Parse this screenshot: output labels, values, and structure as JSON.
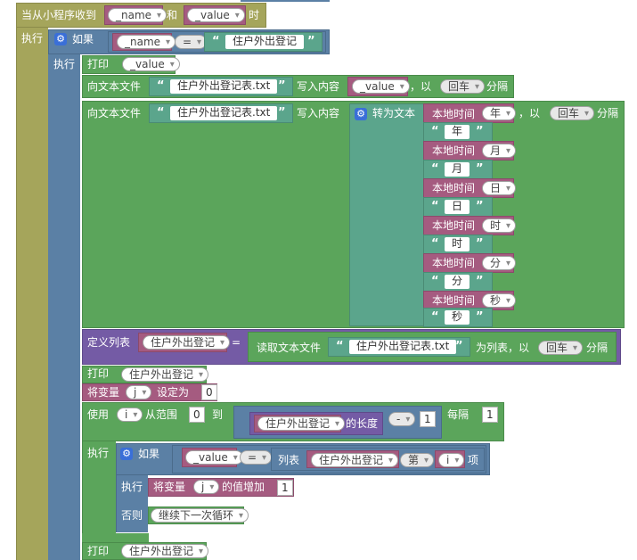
{
  "event": {
    "prefix": "当从小程序收到",
    "arg1": "_name",
    "and": "和",
    "arg2": "_value",
    "suffix": "时",
    "do": "执行"
  },
  "if1": {
    "if": "如果",
    "var": "_name",
    "op": "=",
    "text": "住户外出登记",
    "do": "执行"
  },
  "print1": {
    "label": "打印",
    "var": "_value"
  },
  "write1": {
    "label": "向文本文件",
    "file": "住户外出登记表.txt",
    "content": "写入内容",
    "var": "_value",
    "with": "，以",
    "sep": "回车",
    "end": "分隔"
  },
  "write2": {
    "label": "向文本文件",
    "file": "住户外出登记表.txt",
    "content": "写入内容",
    "totext": "转为文本",
    "with": "，以",
    "sep": "回车",
    "end": "分隔"
  },
  "time_parts": [
    {
      "label": "本地时间",
      "unit": "年",
      "text": "年"
    },
    {
      "label": "本地时间",
      "unit": "月",
      "text": "月"
    },
    {
      "label": "本地时间",
      "unit": "日",
      "text": "日"
    },
    {
      "label": "本地时间",
      "unit": "时",
      "text": "时"
    },
    {
      "label": "本地时间",
      "unit": "分",
      "text": "分"
    },
    {
      "label": "本地时间",
      "unit": "秒",
      "text": "秒"
    }
  ],
  "deflist": {
    "label": "定义列表",
    "name": "住户外出登记",
    "eq": "=",
    "read": "读取文本文件",
    "file": "住户外出登记表.txt",
    "aslist": "为列表，以",
    "sep": "回车",
    "end": "分隔"
  },
  "print2": {
    "label": "打印",
    "var": "住户外出登记"
  },
  "setvar": {
    "label": "将变量",
    "var": "j",
    "set": "设定为",
    "value": "0"
  },
  "loop": {
    "use": "使用",
    "var": "i",
    "from": "从范围",
    "start": "0",
    "to": "到",
    "list": "住户外出登记",
    "length": "的长度",
    "minus": "-",
    "one": "1",
    "every": "每隔",
    "step": "1",
    "do": "执行"
  },
  "if2": {
    "if": "如果",
    "var": "_value",
    "op": "=",
    "list": "列表",
    "listname": "住户外出登记",
    "nth": "第",
    "idx": "i",
    "item": "项",
    "do": "执行",
    "add": "将变量",
    "addvar": "j",
    "addop": "的值增加",
    "addval": "1",
    "else": "否则",
    "cont": "继续下一次循环"
  },
  "print3": {
    "label": "打印",
    "var": "住户外出登记"
  }
}
